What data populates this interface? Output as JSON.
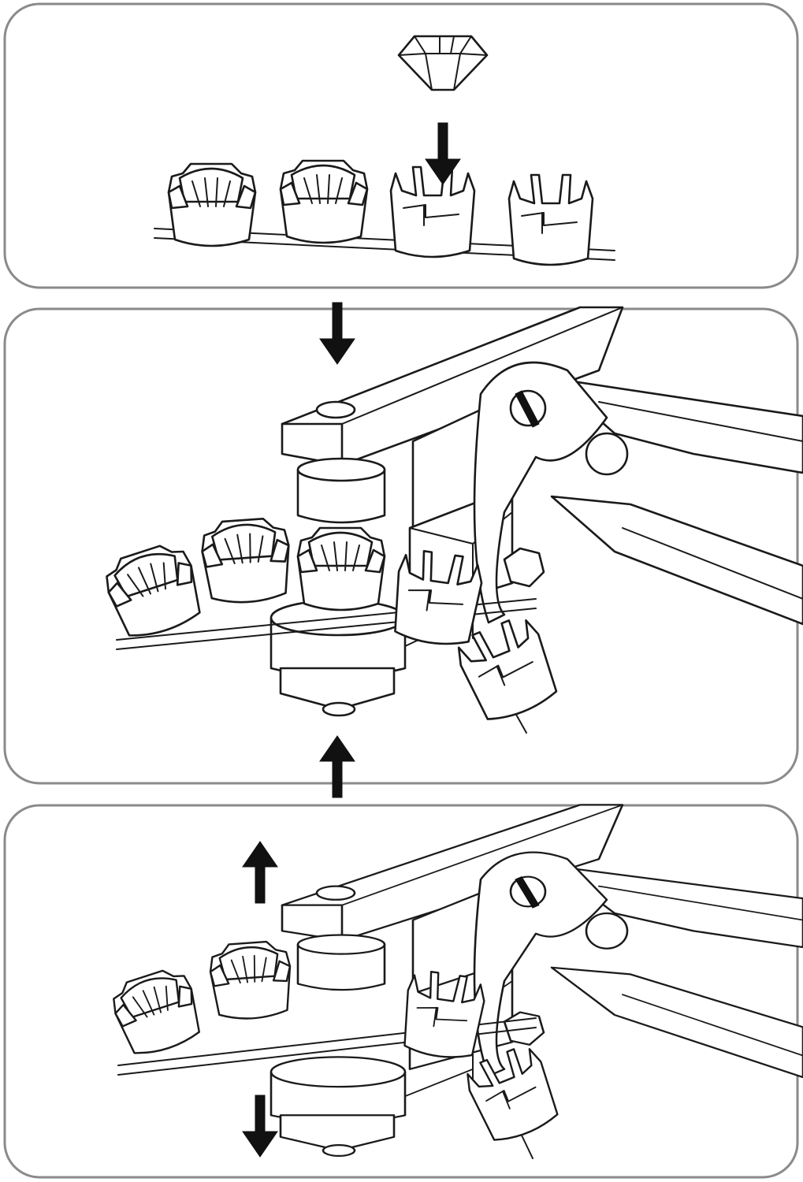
{
  "figure": {
    "panels": [
      {
        "id": "step-1",
        "shows": "stone-drop"
      },
      {
        "id": "step-2",
        "shows": "press-open"
      },
      {
        "id": "step-3",
        "shows": "press-closed"
      }
    ],
    "colors": {
      "frame": "#8a8a8a",
      "ink": "#1a1a1a",
      "fill": "#ffffff",
      "arrow": "#111111"
    },
    "icons": [
      "rhinestone-icon",
      "cup-chain-icon",
      "setting-pliers-icon",
      "arrow-down-icon",
      "arrow-up-icon"
    ]
  }
}
